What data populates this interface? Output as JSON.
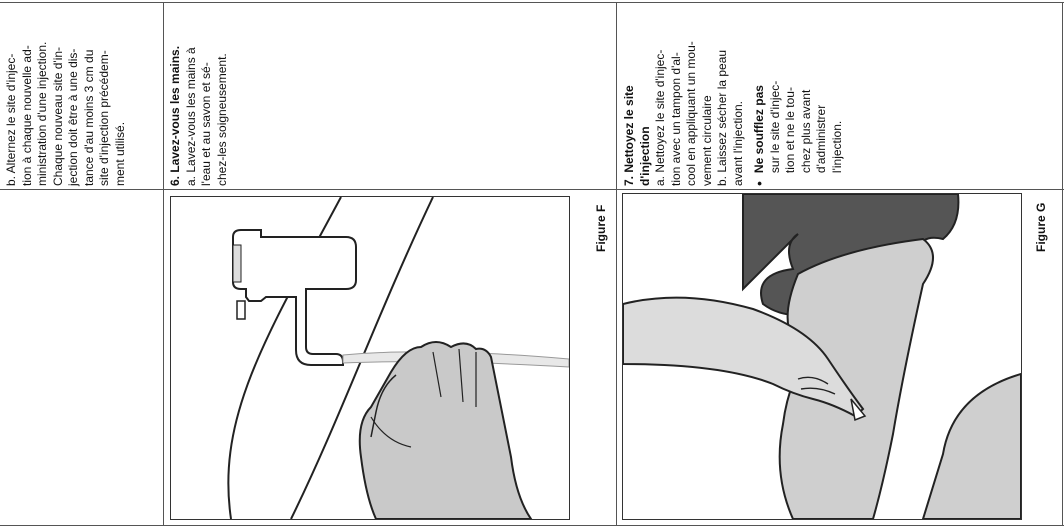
{
  "col1": {
    "lines": [
      "b. Alternez le site d'injec-",
      "tion à chaque nouvelle ad-",
      "ministration d'une injection.",
      "Chaque nouveau site d'in-",
      "jection doit être à une dis-",
      "tance d'au moins 3 cm du",
      "site d'injection précédem-",
      "ment utilisé."
    ]
  },
  "step6": {
    "title": "6. Lavez-vous les mains.",
    "body_lines": [
      "a. Lavez-vous les mains à",
      "l'eau et au savon et sé-",
      "chez-les soigneusement."
    ],
    "figure_label": "Figure F",
    "figure_icon": "handwashing-illustration"
  },
  "step7": {
    "title_lines": [
      "7. Nettoyez le site",
      "d'injection"
    ],
    "a_lines": [
      "a. Nettoyez le site d'injec-",
      "tion avec un tampon d'al-",
      "cool en appliquant un mou-",
      "vement circulaire"
    ],
    "b_lines": [
      "b. Laissez sécher la peau",
      "avant l'injection."
    ],
    "bullet_bold": "Ne soufflez pas",
    "bullet_lines": [
      "sur le site d'injec-",
      "tion et ne le tou-",
      "chez plus avant",
      "d'administrer",
      "l'injection."
    ],
    "figure_label": "Figure G",
    "figure_icon": "skin-cleaning-illustration"
  }
}
